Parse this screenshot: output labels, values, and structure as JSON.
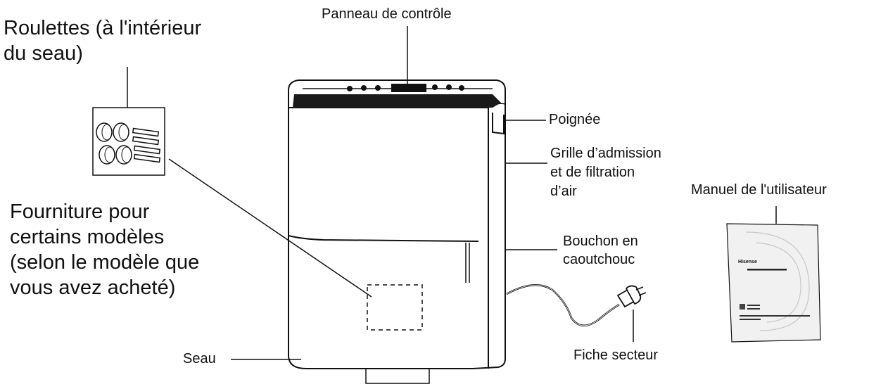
{
  "labels": {
    "control_panel": "Panneau de contrôle",
    "wheels": [
      "Roulettes (à l'intérieur",
      "du seau)"
    ],
    "handle": "Poignée",
    "air_intake": [
      "Grille d’admission",
      "et de filtration",
      "d’air"
    ],
    "user_manual": "Manuel de l'utilisateur",
    "supply": [
      "Fourniture pour",
      "certains modèles",
      "(selon le modèle que",
      "vous avez acheté)"
    ],
    "rubber_plug": [
      "Bouchon en",
      "caoutchouc"
    ],
    "bucket": "Seau",
    "power_plug": "Fiche secteur"
  },
  "manual_cover": {
    "brand": "Hisense"
  },
  "colors": {
    "line": "#111111",
    "top_grille": "#1a1a1a",
    "manual_bg": "#f1f1f1"
  }
}
